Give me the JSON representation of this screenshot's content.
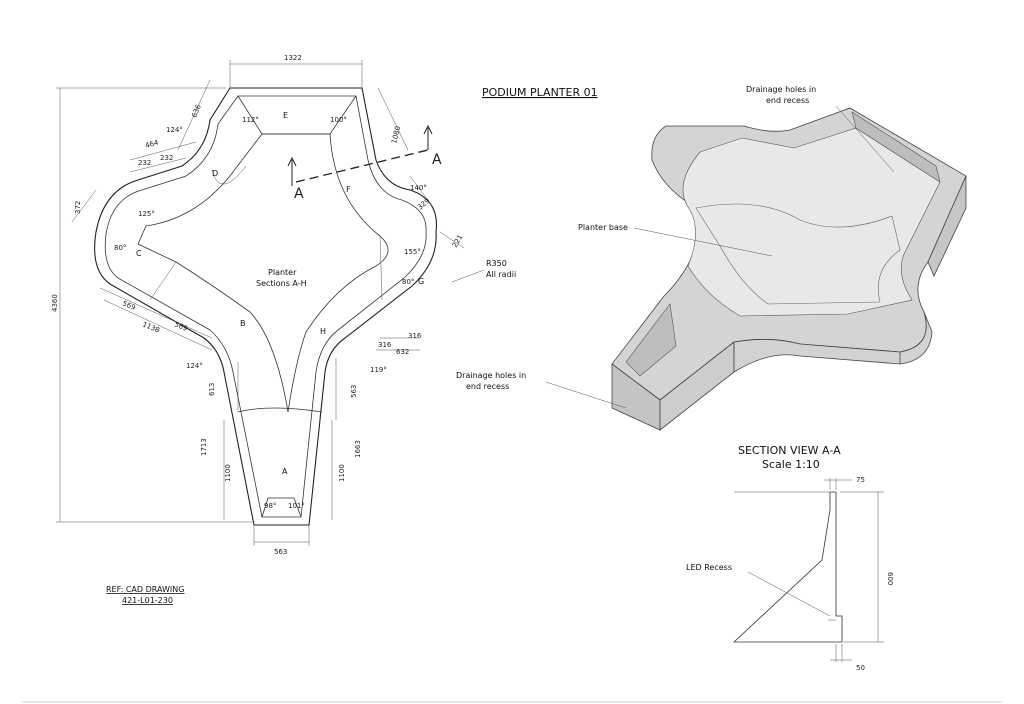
{
  "drawing": {
    "title": "PODIUM PLANTER 01",
    "reference_line1": "REF: CAD DRAWING",
    "reference_line2": "421-L01-230",
    "plan": {
      "overall_height": "4360",
      "top_width": "1322",
      "bottom_width": "563",
      "center_label_line1": "Planter",
      "center_label_line2": "Sections A-H",
      "radius_label_line1": "R350",
      "radius_label_line2": "All radii",
      "section_marker": "A",
      "section_letters": [
        "A",
        "B",
        "C",
        "D",
        "E",
        "F",
        "G",
        "H"
      ],
      "dimensions": {
        "d636": "636",
        "d464": "464",
        "d232a": "232",
        "d232b": "232",
        "d372": "372",
        "d569a": "569",
        "d569b": "569",
        "d1138": "1138",
        "d613": "613",
        "d1713": "1713",
        "d1100a": "1100",
        "d1100b": "1100",
        "d1663": "1663",
        "d563r": "563",
        "d316a": "316",
        "d316b": "316",
        "d632": "632",
        "d221": "221",
        "d329": "329",
        "d1080": "1080"
      },
      "angles": {
        "a112": "112°",
        "a100": "100°",
        "a124a": "124°",
        "a125": "125°",
        "a80a": "80°",
        "a124b": "124°",
        "a140": "140°",
        "a155": "155°",
        "a80b": "80°",
        "a119": "119°",
        "a98": "98°",
        "a101": "101°"
      }
    },
    "isometric": {
      "drainage_top_line1": "Drainage holes in",
      "drainage_top_line2": "end recess",
      "planter_base": "Planter base",
      "drainage_left_line1": "Drainage holes in",
      "drainage_left_line2": "end recess"
    },
    "section": {
      "title": "SECTION VIEW A-A",
      "scale": "Scale 1:10",
      "dim_75": "75",
      "dim_600": "600",
      "dim_50": "50",
      "led_label": "LED Recess"
    }
  }
}
